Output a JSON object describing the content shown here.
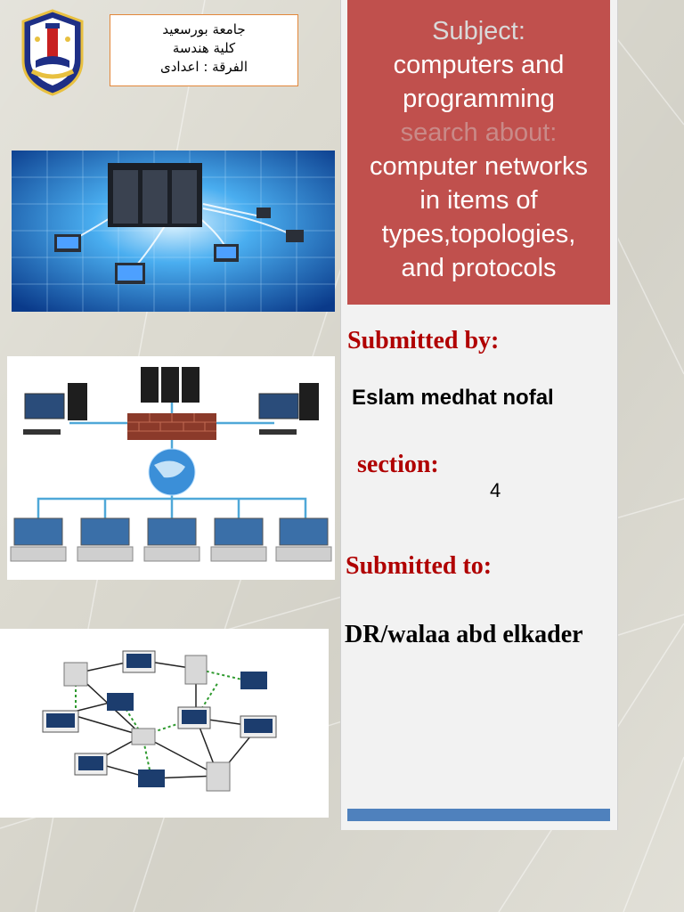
{
  "header": {
    "university_lines": [
      "جامعة بورسعيد",
      "كلية هندسة",
      "الفرقة : اعدادى"
    ]
  },
  "subject_panel": {
    "subject_label": "Subject:",
    "subject_line1": "computers and",
    "subject_line2": "programming",
    "search_label": "search about:",
    "topic_line1": "computer networks",
    "topic_line2": "in items of",
    "topic_line3": "types,topologies,",
    "topic_line4": "and protocols"
  },
  "submission": {
    "submitted_by_label": "Submitted by:",
    "student_name": "Eslam medhat nofal",
    "section_label": "section:",
    "section_value": "4",
    "submitted_to_label": "Submitted to:",
    "doctor_name": "DR/walaa abd elkader"
  },
  "images": {
    "top": "server-network-illustration",
    "middle": "firewall-network-diagram",
    "bottom": "mesh-network-diagram"
  },
  "colors": {
    "accent_red": "#c0504d",
    "label_red": "#b00000",
    "bar_blue": "#4f81bd"
  }
}
